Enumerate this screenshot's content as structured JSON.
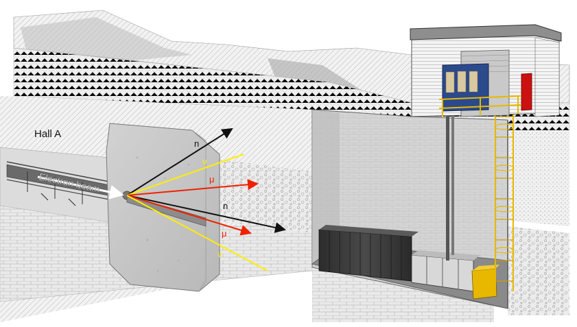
{
  "labels": {
    "hall": "Hall A",
    "beam": "Electron beam",
    "n1": "n",
    "nu1": "ν",
    "mu1": "μ",
    "n2": "n",
    "mu2": "μ",
    "nu2": "ν"
  },
  "colors": {
    "neutron": "#111111",
    "neutrino": "#ffee00",
    "muon": "#ee2200",
    "beam": "#ffffff",
    "concrete": "#c8c8c8",
    "rock": "#dedede",
    "shaft_wall": "#cfcfcf",
    "door_red": "#cc1111",
    "panel_blue": "#2b4a8c",
    "rail_yellow": "#e8b800"
  }
}
